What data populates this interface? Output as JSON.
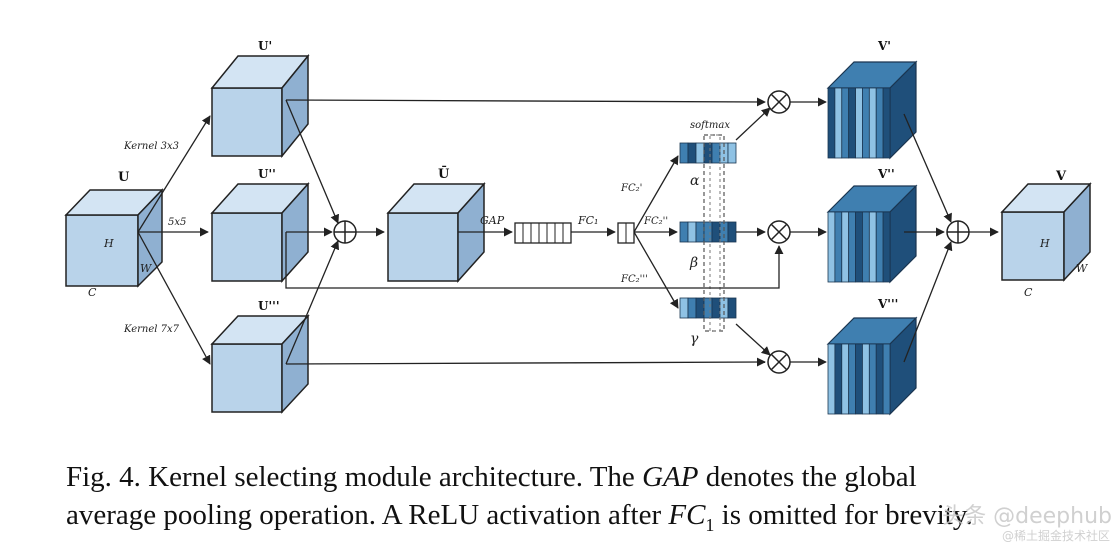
{
  "labels": {
    "input_block": "U",
    "branch_top": "U'",
    "branch_mid": "U''",
    "branch_bot": "U'''",
    "fused": "Ū",
    "out_top": "V'",
    "out_mid": "V''",
    "out_bot": "V'''",
    "output": "V",
    "dim_h": "H",
    "dim_w": "W",
    "dim_c": "C",
    "kernel_top": "Kernel 3x3",
    "kernel_mid": "5x5",
    "kernel_bot": "Kernel 7x7",
    "gap": "GAP",
    "fc1": "FC₁",
    "fc2_top": "FC₂'",
    "fc2_mid": "FC₂''",
    "fc2_bot": "FC₂'''",
    "softmax": "softmax",
    "alpha": "α",
    "beta": "β",
    "gamma": "γ"
  },
  "caption": {
    "line1_a": "Fig. 4.   Kernel selecting module architecture. The ",
    "line1_em": "GAP",
    "line1_b": " denotes the global",
    "line2_a": "average pooling operation. A ReLU activation after ",
    "line2_em": "FC",
    "line2_sub": "1",
    "line2_b": " is omitted for brevity."
  },
  "watermark": {
    "main": "头条 @deephub",
    "sub": "@稀土掘金技术社区"
  },
  "colors": {
    "cube_front": "#b9d3ea",
    "cube_top": "#d3e4f3",
    "cube_side": "#8fb0d1",
    "cube_edge": "#2a2a2a",
    "stripe_dark": "#1f4f7a",
    "stripe_mid": "#3f7fb0",
    "stripe_light": "#8fc2e4"
  }
}
